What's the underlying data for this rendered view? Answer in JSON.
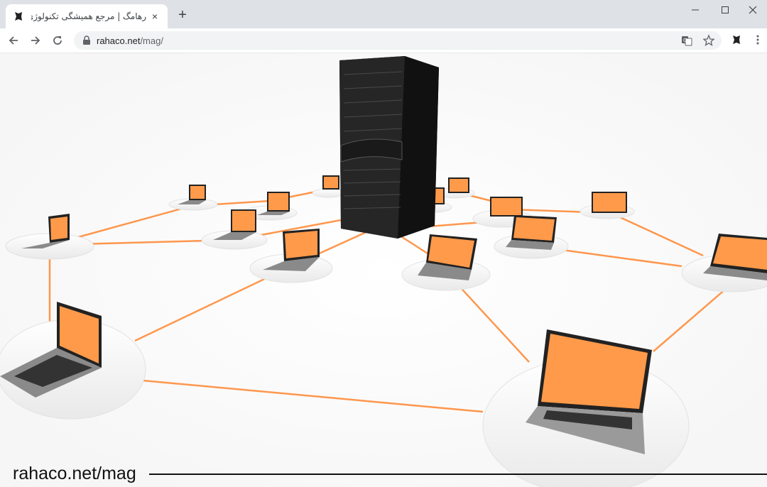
{
  "browser": {
    "tab_title": "رهامگ | مرجع همیشگی تکنولوژی |",
    "tab_close": "×",
    "new_tab": "+",
    "url_host": "rahaco.net",
    "url_path": "/mag/"
  },
  "content": {
    "image_subject": "server-rack-network-laptops",
    "accent_color": "#ff8c3a",
    "watermark": "rahaco.net/mag"
  }
}
